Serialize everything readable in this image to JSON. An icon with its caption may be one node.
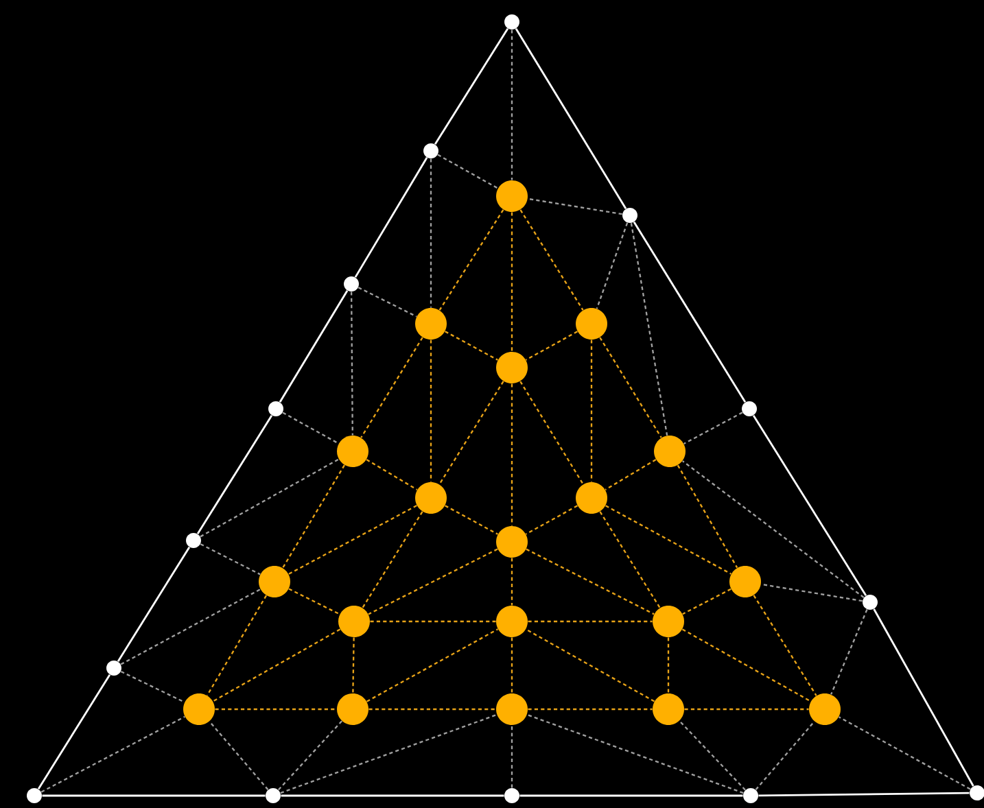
{
  "diagram": {
    "nodes": [
      {
        "text": [],
        "shape": "dot"
      },
      {
        "text": [],
        "shape": "dot"
      },
      {
        "text": [],
        "shape": "dot"
      },
      {
        "text": [],
        "shape": "dot"
      },
      {
        "text": [],
        "shape": "dot"
      },
      {
        "text": [],
        "shape": "dot"
      },
      {
        "text": [],
        "shape": "dot"
      },
      {
        "text": [],
        "shape": "dot"
      },
      {
        "text": [],
        "shape": "dot"
      },
      {
        "text": [],
        "shape": "dot"
      },
      {
        "text": [],
        "shape": "dot"
      },
      {
        "text": [],
        "shape": "dot"
      },
      {
        "text": [],
        "shape": "dot"
      },
      {
        "text": [],
        "shape": "dot"
      },
      {
        "text": [],
        "shape": "circle"
      },
      {
        "text": [],
        "shape": "circle"
      },
      {
        "text": [],
        "shape": "circle"
      },
      {
        "text": [],
        "shape": "circle"
      },
      {
        "text": [],
        "shape": "circle"
      },
      {
        "text": [],
        "shape": "circle"
      },
      {
        "text": [],
        "shape": "circle"
      },
      {
        "text": [],
        "shape": "circle"
      },
      {
        "text": [],
        "shape": "circle"
      },
      {
        "text": [],
        "shape": "circle"
      },
      {
        "text": [],
        "shape": "circle"
      },
      {
        "text": [],
        "shape": "circle"
      },
      {
        "text": [],
        "shape": "circle"
      },
      {
        "text": [],
        "shape": "circle"
      },
      {
        "text": [],
        "shape": "circle"
      },
      {
        "text": [],
        "shape": "circle"
      },
      {
        "text": [],
        "shape": "circle"
      },
      {
        "text": [],
        "shape": "circle"
      },
      {
        "text": [],
        "shape": "circle"
      }
    ],
    "edges": [
      {
        "from": 0,
        "to": 1,
        "arrow": "none",
        "color": "#ffffff"
      },
      {
        "from": 1,
        "to": 2,
        "arrow": "none",
        "color": "#ffffff"
      },
      {
        "from": 2,
        "to": 3,
        "arrow": "none",
        "color": "#ffffff"
      },
      {
        "from": 3,
        "to": 4,
        "arrow": "none",
        "color": "#ffffff"
      },
      {
        "from": 4,
        "to": 5,
        "arrow": "none",
        "color": "#ffffff"
      },
      {
        "from": 5,
        "to": 6,
        "arrow": "none",
        "color": "#ffffff"
      },
      {
        "from": 6,
        "to": 7,
        "arrow": "none",
        "color": "#ffffff"
      },
      {
        "from": 7,
        "to": 8,
        "arrow": "none",
        "color": "#ffffff"
      },
      {
        "from": 8,
        "to": 9,
        "arrow": "none",
        "color": "#ffffff"
      },
      {
        "from": 9,
        "to": 10,
        "arrow": "none",
        "color": "#ffffff"
      },
      {
        "from": 10,
        "to": 11,
        "arrow": "none",
        "color": "#ffffff"
      },
      {
        "from": 11,
        "to": 12,
        "arrow": "none",
        "color": "#ffffff"
      },
      {
        "from": 12,
        "to": 13,
        "arrow": "none",
        "color": "#ffffff"
      },
      {
        "from": 13,
        "to": 0,
        "arrow": "none",
        "color": "#ffffff"
      },
      {
        "from": 0,
        "to": 14,
        "arrow": "none",
        "style": "dashed",
        "color": "#a0a0a0"
      },
      {
        "from": 1,
        "to": 14,
        "arrow": "none",
        "style": "dashed",
        "color": "#a0a0a0"
      },
      {
        "from": 1,
        "to": 15,
        "arrow": "none",
        "style": "dashed",
        "color": "#a0a0a0"
      },
      {
        "from": 13,
        "to": 14,
        "arrow": "none",
        "style": "dashed",
        "color": "#a0a0a0"
      },
      {
        "from": 13,
        "to": 16,
        "arrow": "none",
        "style": "dashed",
        "color": "#a0a0a0"
      },
      {
        "from": 13,
        "to": 21,
        "arrow": "none",
        "style": "dashed",
        "color": "#a0a0a0"
      },
      {
        "from": 2,
        "to": 15,
        "arrow": "none",
        "style": "dashed",
        "color": "#a0a0a0"
      },
      {
        "from": 2,
        "to": 18,
        "arrow": "none",
        "style": "dashed",
        "color": "#a0a0a0"
      },
      {
        "from": 3,
        "to": 18,
        "arrow": "none",
        "style": "dashed",
        "color": "#a0a0a0"
      },
      {
        "from": 4,
        "to": 18,
        "arrow": "none",
        "style": "dashed",
        "color": "#a0a0a0"
      },
      {
        "from": 4,
        "to": 23,
        "arrow": "none",
        "style": "dashed",
        "color": "#a0a0a0"
      },
      {
        "from": 5,
        "to": 23,
        "arrow": "none",
        "style": "dashed",
        "color": "#a0a0a0"
      },
      {
        "from": 5,
        "to": 28,
        "arrow": "none",
        "style": "dashed",
        "color": "#a0a0a0"
      },
      {
        "from": 6,
        "to": 28,
        "arrow": "none",
        "style": "dashed",
        "color": "#a0a0a0"
      },
      {
        "from": 7,
        "to": 28,
        "arrow": "none",
        "style": "dashed",
        "color": "#a0a0a0"
      },
      {
        "from": 7,
        "to": 29,
        "arrow": "none",
        "style": "dashed",
        "color": "#a0a0a0"
      },
      {
        "from": 7,
        "to": 30,
        "arrow": "none",
        "style": "dashed",
        "color": "#a0a0a0"
      },
      {
        "from": 8,
        "to": 30,
        "arrow": "none",
        "style": "dashed",
        "color": "#a0a0a0"
      },
      {
        "from": 9,
        "to": 30,
        "arrow": "none",
        "style": "dashed",
        "color": "#a0a0a0"
      },
      {
        "from": 9,
        "to": 31,
        "arrow": "none",
        "style": "dashed",
        "color": "#a0a0a0"
      },
      {
        "from": 9,
        "to": 32,
        "arrow": "none",
        "style": "dashed",
        "color": "#a0a0a0"
      },
      {
        "from": 10,
        "to": 32,
        "arrow": "none",
        "style": "dashed",
        "color": "#a0a0a0"
      },
      {
        "from": 11,
        "to": 32,
        "arrow": "none",
        "style": "dashed",
        "color": "#a0a0a0"
      },
      {
        "from": 11,
        "to": 27,
        "arrow": "none",
        "style": "dashed",
        "color": "#a0a0a0"
      },
      {
        "from": 11,
        "to": 21,
        "arrow": "none",
        "style": "dashed",
        "color": "#a0a0a0"
      },
      {
        "from": 12,
        "to": 21,
        "arrow": "none",
        "style": "dashed",
        "color": "#a0a0a0"
      },
      {
        "from": 14,
        "to": 15,
        "arrow": "none",
        "style": "dashed"
      },
      {
        "from": 14,
        "to": 17,
        "arrow": "none",
        "style": "dashed"
      },
      {
        "from": 14,
        "to": 16,
        "arrow": "none",
        "style": "dashed"
      },
      {
        "from": 15,
        "to": 17,
        "arrow": "none",
        "style": "dashed"
      },
      {
        "from": 16,
        "to": 17,
        "arrow": "none",
        "style": "dashed"
      },
      {
        "from": 15,
        "to": 18,
        "arrow": "none",
        "style": "dashed"
      },
      {
        "from": 15,
        "to": 19,
        "arrow": "none",
        "style": "dashed"
      },
      {
        "from": 16,
        "to": 21,
        "arrow": "none",
        "style": "dashed"
      },
      {
        "from": 16,
        "to": 20,
        "arrow": "none",
        "style": "dashed"
      },
      {
        "from": 17,
        "to": 19,
        "arrow": "none",
        "style": "dashed"
      },
      {
        "from": 17,
        "to": 20,
        "arrow": "none",
        "style": "dashed"
      },
      {
        "from": 17,
        "to": 22,
        "arrow": "none",
        "style": "dashed"
      },
      {
        "from": 18,
        "to": 19,
        "arrow": "none",
        "style": "dashed"
      },
      {
        "from": 21,
        "to": 20,
        "arrow": "none",
        "style": "dashed"
      },
      {
        "from": 18,
        "to": 23,
        "arrow": "none",
        "style": "dashed"
      },
      {
        "from": 21,
        "to": 27,
        "arrow": "none",
        "style": "dashed"
      },
      {
        "from": 19,
        "to": 22,
        "arrow": "none",
        "style": "dashed"
      },
      {
        "from": 20,
        "to": 22,
        "arrow": "none",
        "style": "dashed"
      },
      {
        "from": 19,
        "to": 23,
        "arrow": "none",
        "style": "dashed"
      },
      {
        "from": 20,
        "to": 27,
        "arrow": "none",
        "style": "dashed"
      },
      {
        "from": 19,
        "to": 24,
        "arrow": "none",
        "style": "dashed"
      },
      {
        "from": 20,
        "to": 26,
        "arrow": "none",
        "style": "dashed"
      },
      {
        "from": 22,
        "to": 24,
        "arrow": "none",
        "style": "dashed"
      },
      {
        "from": 22,
        "to": 26,
        "arrow": "none",
        "style": "dashed"
      },
      {
        "from": 22,
        "to": 25,
        "arrow": "none",
        "style": "dashed"
      },
      {
        "from": 23,
        "to": 24,
        "arrow": "none",
        "style": "dashed"
      },
      {
        "from": 27,
        "to": 26,
        "arrow": "none",
        "style": "dashed"
      },
      {
        "from": 23,
        "to": 28,
        "arrow": "none",
        "style": "dashed"
      },
      {
        "from": 27,
        "to": 32,
        "arrow": "none",
        "style": "dashed"
      },
      {
        "from": 24,
        "to": 28,
        "arrow": "none",
        "style": "dashed"
      },
      {
        "from": 26,
        "to": 32,
        "arrow": "none",
        "style": "dashed"
      },
      {
        "from": 24,
        "to": 25,
        "arrow": "none",
        "style": "dashed"
      },
      {
        "from": 25,
        "to": 26,
        "arrow": "none",
        "style": "dashed"
      },
      {
        "from": 24,
        "to": 29,
        "arrow": "none",
        "style": "dashed"
      },
      {
        "from": 26,
        "to": 31,
        "arrow": "none",
        "style": "dashed"
      },
      {
        "from": 25,
        "to": 30,
        "arrow": "none",
        "style": "dashed"
      },
      {
        "from": 29,
        "to": 25,
        "arrow": "none",
        "style": "dashed"
      },
      {
        "from": 31,
        "to": 25,
        "arrow": "none",
        "style": "dashed"
      },
      {
        "from": 28,
        "to": 29,
        "arrow": "none",
        "style": "dashed"
      },
      {
        "from": 29,
        "to": 30,
        "arrow": "none",
        "style": "dashed"
      },
      {
        "from": 30,
        "to": 31,
        "arrow": "none",
        "style": "dashed"
      },
      {
        "from": 31,
        "to": 32,
        "arrow": "none",
        "style": "dashed"
      }
    ]
  }
}
